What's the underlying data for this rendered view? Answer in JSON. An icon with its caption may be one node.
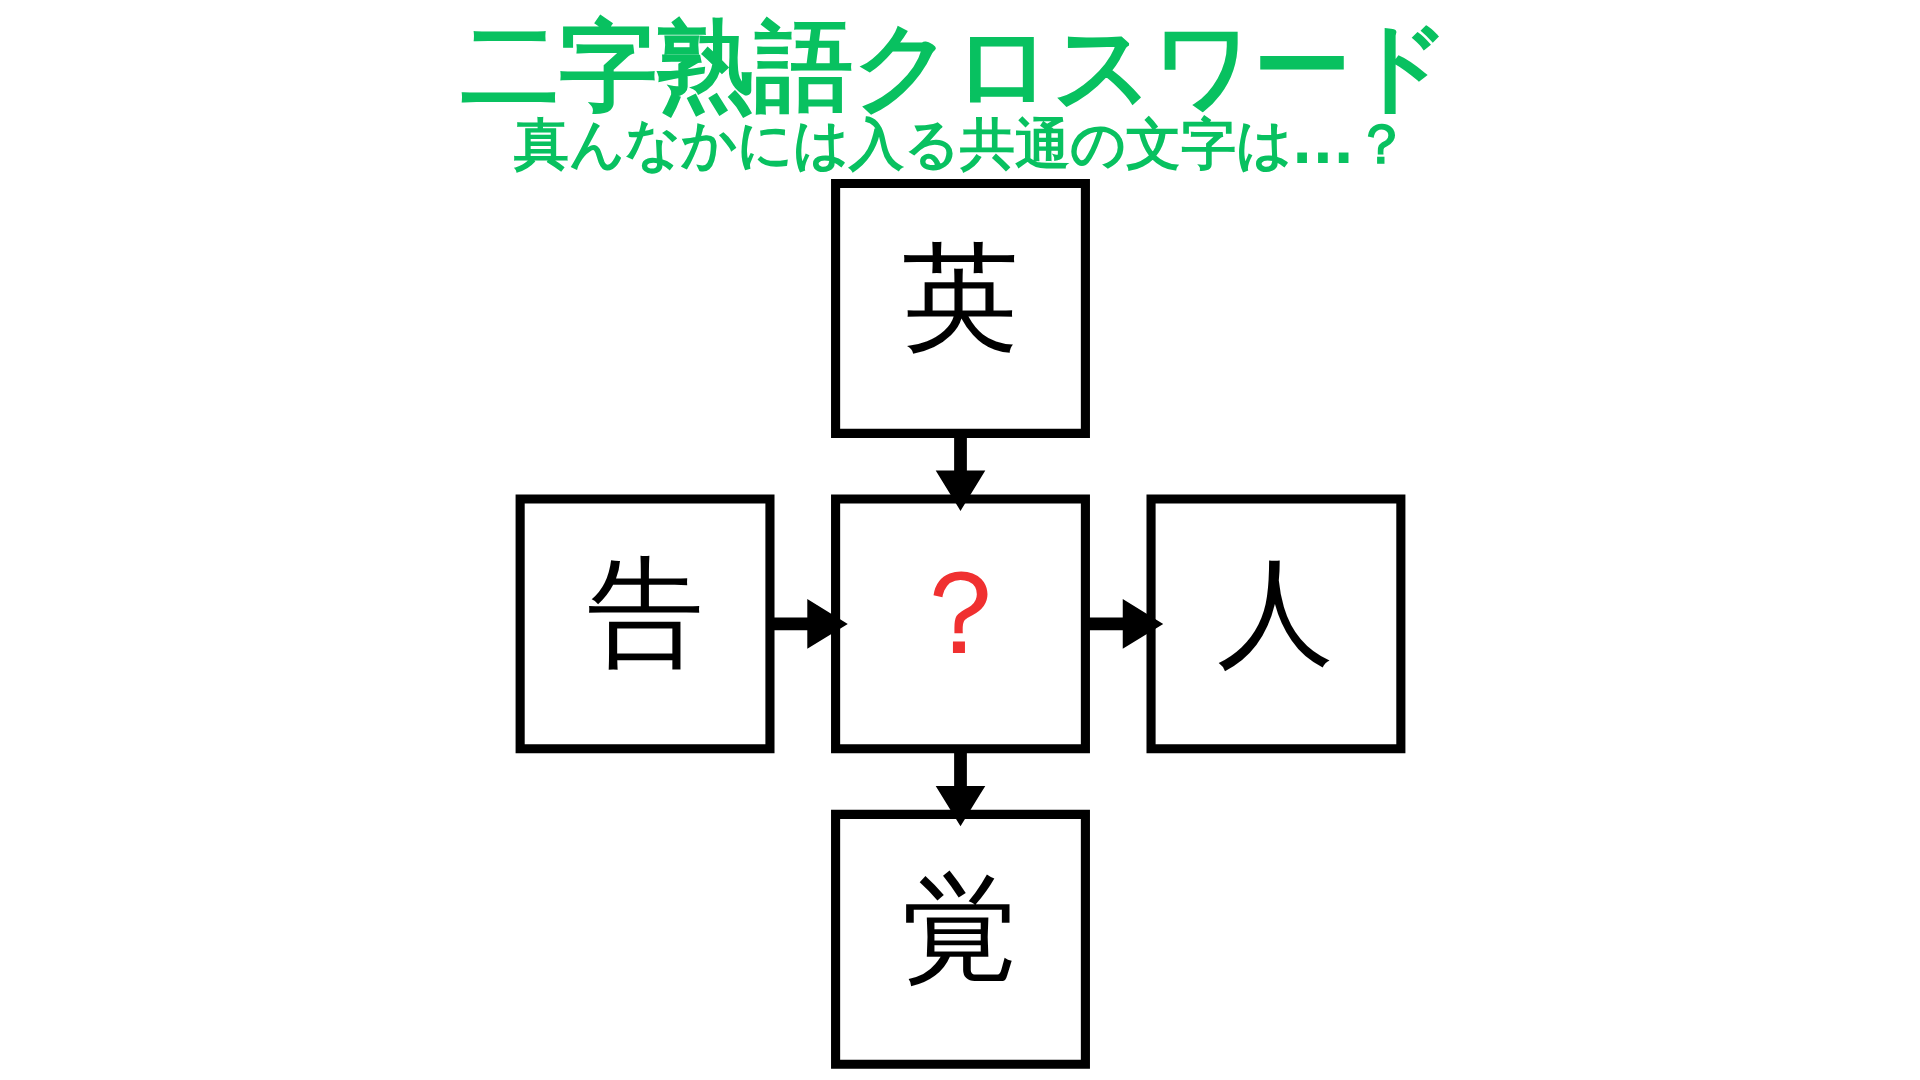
{
  "diagram": {
    "title": "二字熟語クロスワード",
    "caption": "真んなかには入る共通の文字は...？",
    "nodes": [
      {
        "text": [
          "英"
        ]
      },
      {
        "text": [
          "告"
        ]
      },
      {
        "text": [
          "？"
        ]
      },
      {
        "text": [
          "人"
        ]
      },
      {
        "text": [
          "覚"
        ]
      }
    ],
    "edges": [
      {
        "from": 0,
        "to": 2,
        "arrow": "to"
      },
      {
        "from": 1,
        "to": 2,
        "arrow": "to"
      },
      {
        "from": 2,
        "to": 3,
        "arrow": "to"
      },
      {
        "from": 2,
        "to": 4,
        "arrow": "to"
      }
    ]
  }
}
